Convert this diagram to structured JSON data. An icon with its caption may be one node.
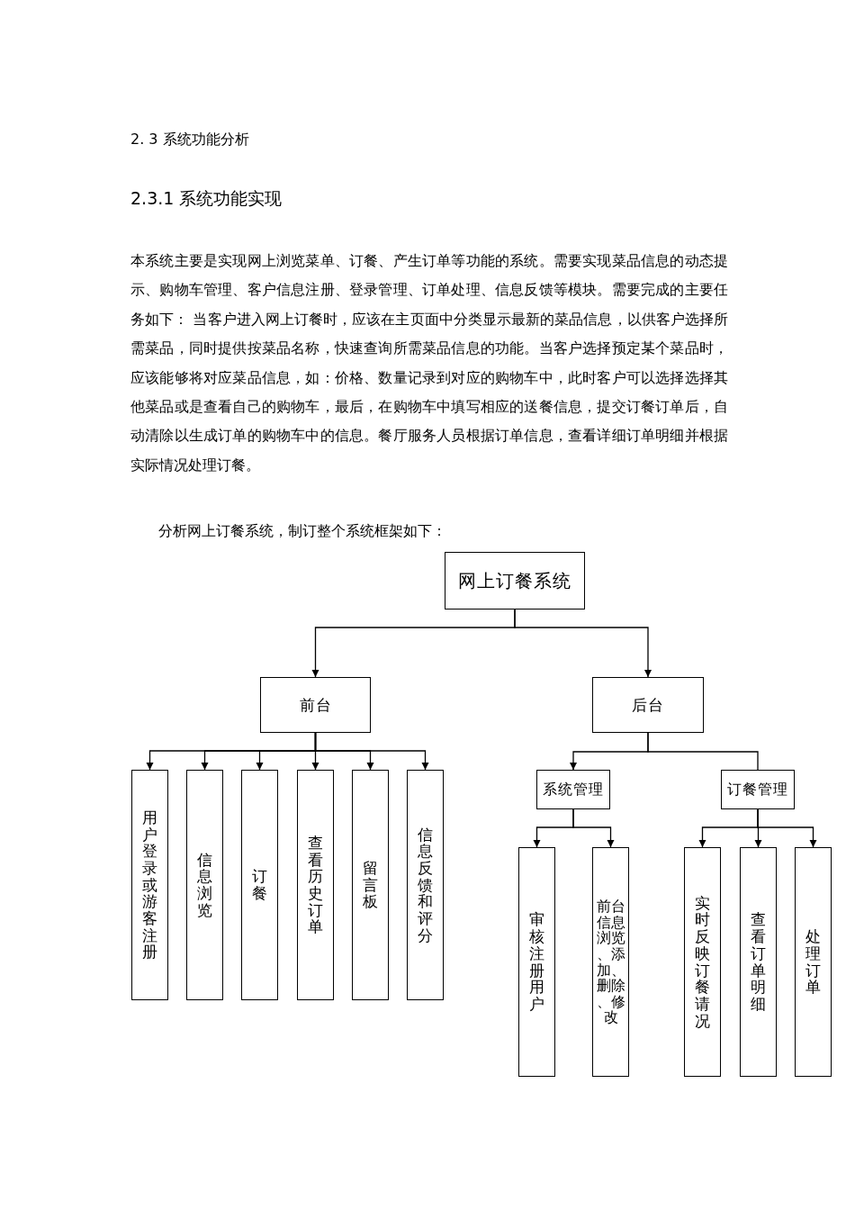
{
  "diagram": {
    "title": "2. 3 系统功能分析",
    "nodes": [
      {
        "text": [
          "网上订餐系统"
        ]
      },
      {
        "text": [
          "前台"
        ]
      },
      {
        "text": [
          "后台"
        ]
      },
      {
        "text": [
          "用户登录或游客注册"
        ]
      },
      {
        "text": [
          "信息浏览"
        ]
      },
      {
        "text": [
          "订餐"
        ]
      },
      {
        "text": [
          "查看历史订单"
        ]
      },
      {
        "text": [
          "留言板"
        ]
      },
      {
        "text": [
          "信息反馈和评分"
        ]
      },
      {
        "text": [
          "系统管理"
        ]
      },
      {
        "text": [
          "订餐管理"
        ]
      },
      {
        "text": [
          "审核注册用户"
        ]
      },
      {
        "text": [
          "前台信息浏览、添加、删除、修改"
        ]
      },
      {
        "text": [
          "实时反映订餐请况"
        ]
      },
      {
        "text": [
          "查看订单明细"
        ]
      },
      {
        "text": [
          "处理订单"
        ]
      }
    ],
    "edges": [
      {
        "from": 0,
        "to": 1,
        "arrow": "to"
      },
      {
        "from": 0,
        "to": 2,
        "arrow": "to"
      },
      {
        "from": 1,
        "to": 3,
        "arrow": "to"
      },
      {
        "from": 1,
        "to": 4,
        "arrow": "to"
      },
      {
        "from": 1,
        "to": 5,
        "arrow": "to"
      },
      {
        "from": 1,
        "to": 6,
        "arrow": "to"
      },
      {
        "from": 1,
        "to": 7,
        "arrow": "to"
      },
      {
        "from": 1,
        "to": 8,
        "arrow": "to"
      },
      {
        "from": 2,
        "to": 9,
        "arrow": "to"
      },
      {
        "from": 2,
        "to": 10,
        "arrow": "none"
      },
      {
        "from": 9,
        "to": 11,
        "arrow": "to"
      },
      {
        "from": 9,
        "to": 12,
        "arrow": "to"
      },
      {
        "from": 10,
        "to": 13,
        "arrow": "to"
      },
      {
        "from": 10,
        "to": 14,
        "arrow": "to"
      },
      {
        "from": 10,
        "to": 15,
        "arrow": "to"
      }
    ],
    "labels": [
      "2.3.1 系统功能实现",
      "本系统主要是实现网上浏览菜单、订餐、产生订单等功能的系统。需要实现菜品信息的动态提示、购物车管理、客户信息注册、登录管理、订单处理、信息反馈等模块。需要完成的主要任务如下： 当客户进入网上订餐时，应该在主页面中分类显示最新的菜品信息，以供客户选择所需菜品，同时提供按菜品名称，快速查询所需菜品信息的功能。当客户选择预定某个菜品时，应该能够将对应菜品信息，如：价格、数量记录到对应的购物车中，此时客户可以选择选择其他菜品或是查看自己的购物车，最后，在购物车中填写相应的送餐信息，提交订餐订单后，自动清除以生成订单的购物车中的信息。餐厅服务人员根据订单信息，查看详细订单明细并根据实际情况处理订餐。",
      "分析网上订餐系统，制订整个系统框架如下："
    ]
  }
}
